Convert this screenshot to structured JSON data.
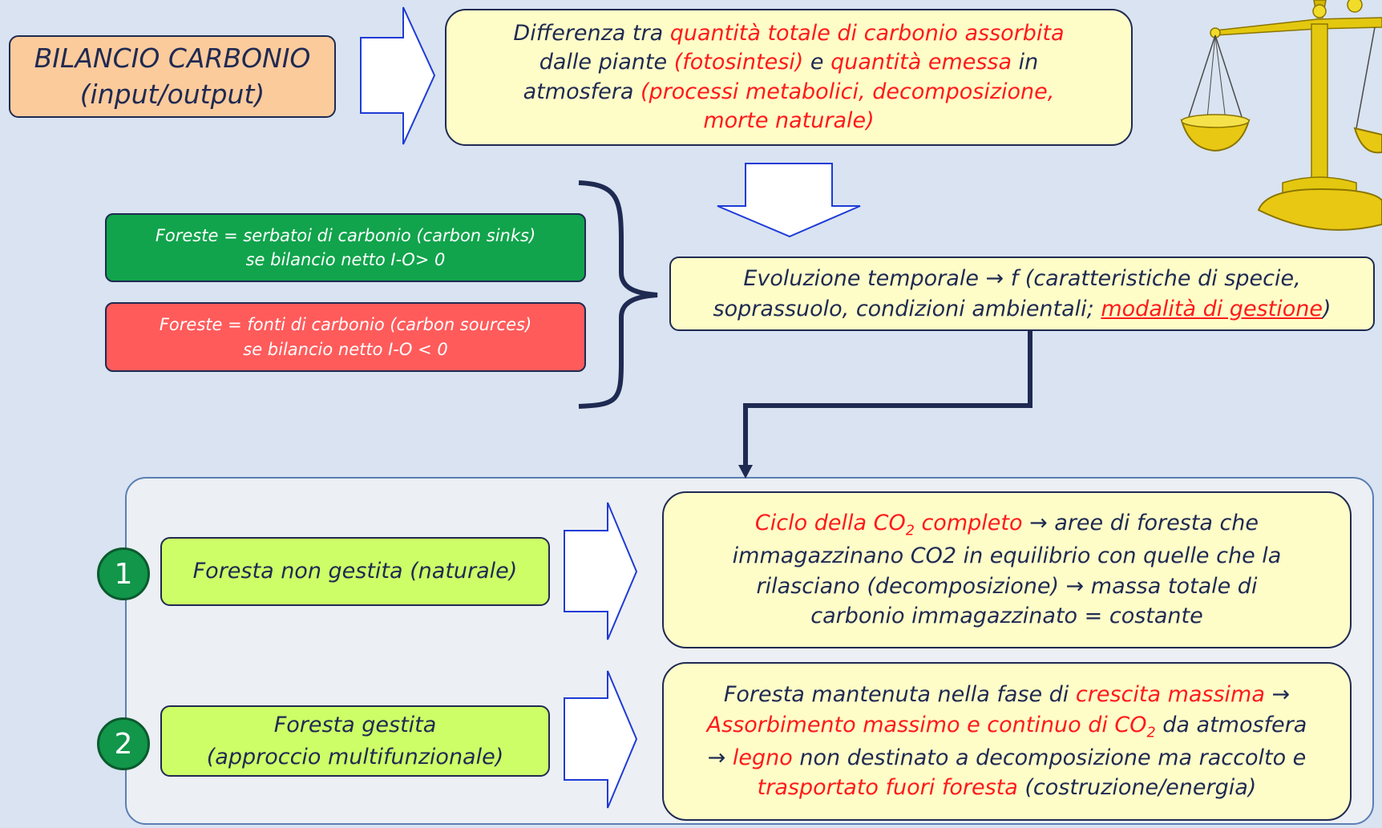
{
  "title": {
    "line1": "BILANCIO CARBONIO",
    "line2": "(input/output)"
  },
  "definition": {
    "p1": "Differenza tra ",
    "p2": "quantità totale di carbonio assorbita",
    "p3": "dalle piante ",
    "p4": "(fotosintesi)",
    "p5": " e ",
    "p6": "quantità emessa",
    "p7": " in",
    "p8": "atmosfera ",
    "p9": "(processi metabolici, decomposizione,",
    "p10": "morte naturale)"
  },
  "sink": {
    "line1": "Foreste = serbatoi di carbonio (carbon sinks)",
    "line2": "se bilancio netto I-O> 0"
  },
  "source": {
    "line1": "Foreste = fonti di carbonio (carbon sources)",
    "line2": "se bilancio netto I-O < 0"
  },
  "evolution": {
    "line1": "Evoluzione temporale → f (caratteristiche di specie,",
    "line2a": "soprassuolo, condizioni ambientali; ",
    "line2b": "modalità di gestione",
    "line2c": ")"
  },
  "options": [
    {
      "number": "1",
      "label_line1": "Foresta non gestita (naturale)",
      "label_line2": ""
    },
    {
      "number": "2",
      "label_line1": "Foresta gestita",
      "label_line2": "(approccio multifunzionale)"
    }
  ],
  "result1": {
    "a": "Ciclo della CO",
    "a_sub": "2",
    "b": " completo",
    "c": " → aree di foresta che",
    "line2": "immagazzinano CO2 in equilibrio con quelle che la",
    "line3": "rilasciano (decomposizione) → massa totale di",
    "line4": "carbonio immagazzinato = costante"
  },
  "result2": {
    "a": "Foresta mantenuta nella fase di ",
    "b": "crescita massima",
    "c": " →",
    "d": "Assorbimento massimo e continuo di CO",
    "d_sub": "2",
    "e": " da atmosfera",
    "f": "→ ",
    "g": "legno",
    "h": " non destinato a decomposizione ma raccolto e",
    "i": "trasportato fuori foresta",
    "j": " (costruzione/energia)"
  },
  "colors": {
    "background": "#d9e3f1",
    "emphasis_red": "#ff1a1a",
    "sink_green": "#11a44c",
    "source_red": "#ff5b5b",
    "note_yellow": "#fefdc8",
    "title_orange": "#fccb9c",
    "option_green": "#cdfd67",
    "number_green": "#11964a",
    "dark_navy": "#1f2a52"
  },
  "icons": [
    "block-arrow-right-icon",
    "block-arrow-down-icon",
    "curly-brace-icon",
    "connector-arrow-icon",
    "scales-icon"
  ]
}
